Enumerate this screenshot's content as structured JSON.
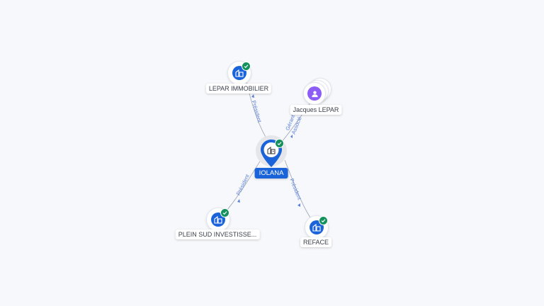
{
  "center": {
    "label": "IOLANA",
    "icon": "building-icon",
    "verified": true
  },
  "companies": [
    {
      "id": "lepar",
      "label": "LEPAR IMMOBILIER",
      "icon": "building-icon",
      "verified": true,
      "relation": "Président"
    },
    {
      "id": "plein",
      "label": "PLEIN SUD INVESTISSE...",
      "icon": "building-icon",
      "verified": true,
      "relation": "Président"
    },
    {
      "id": "reface",
      "label": "REFACE",
      "icon": "building-icon",
      "verified": true,
      "relation": "Président"
    }
  ],
  "person": {
    "label": "Jacques LEPAR",
    "icon": "person-icon",
    "relations": [
      "Gérant",
      "Associé"
    ]
  },
  "colors": {
    "accent": "#1b63d8",
    "verified": "#14915d",
    "person": "#8b5cf6",
    "edge": "#9aa3b5",
    "edge_label": "#5a7fd6"
  }
}
